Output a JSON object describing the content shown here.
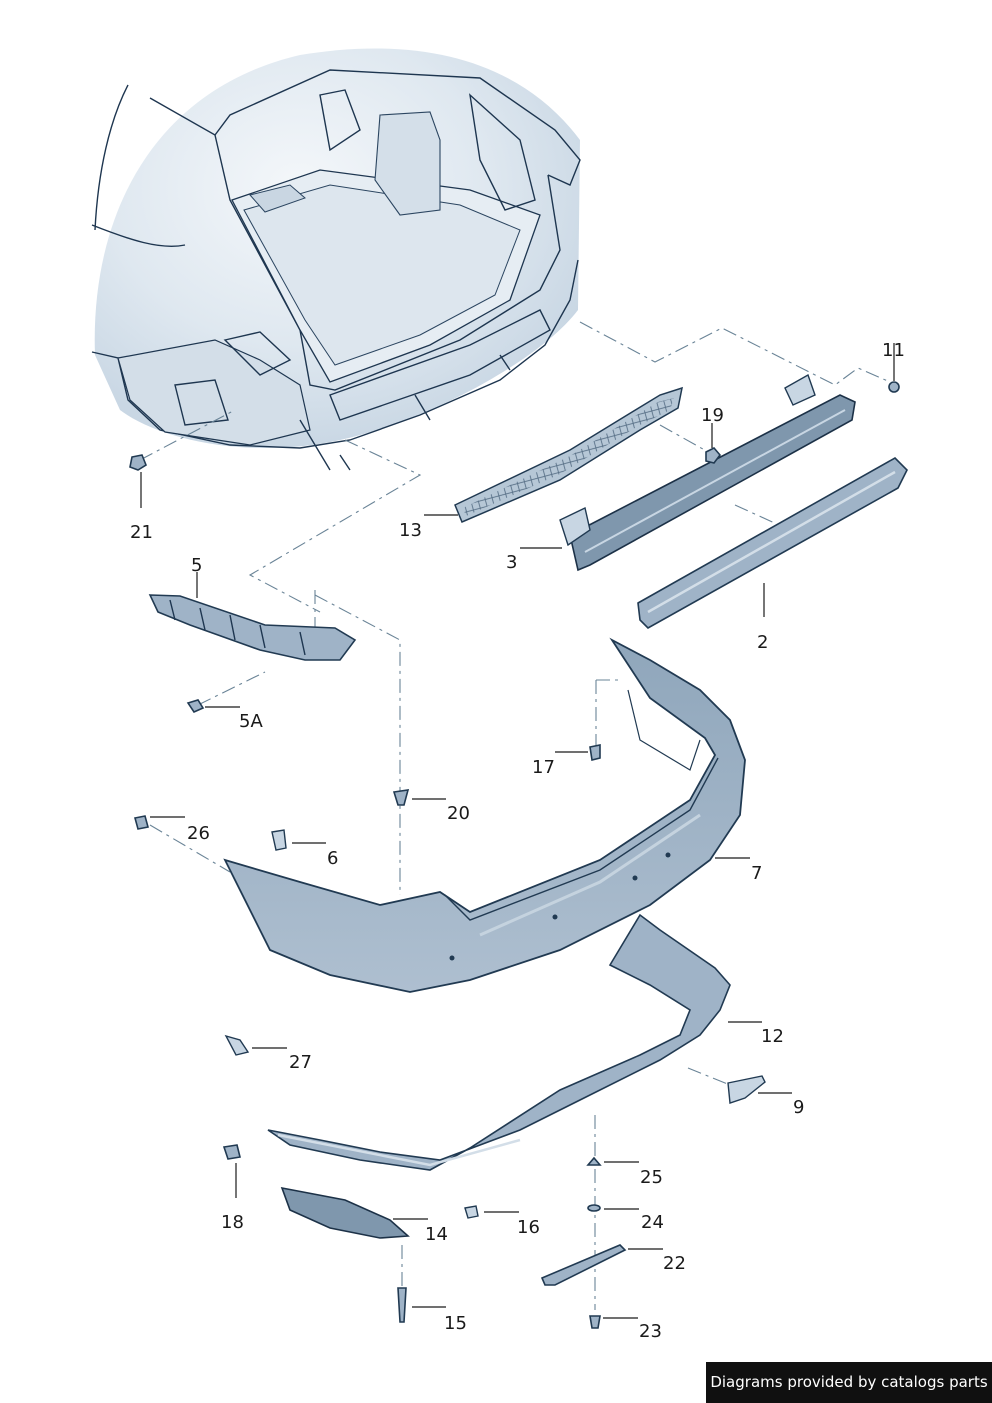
{
  "diagram": {
    "callouts": {
      "c11": "11",
      "c19": "19",
      "c21": "21",
      "c13": "13",
      "c3": "3",
      "c2": "2",
      "c5": "5",
      "c5A": "5A",
      "c17": "17",
      "c20": "20",
      "c26": "26",
      "c6": "6",
      "c7": "7",
      "c12": "12",
      "c27": "27",
      "c9": "9",
      "c25": "25",
      "c18": "18",
      "c24": "24",
      "c14": "14",
      "c16": "16",
      "c22": "22",
      "c15": "15",
      "c23": "23"
    },
    "colors": {
      "part_fill": "#9fb3c7",
      "outline": "#213a52",
      "body_shade": "#d9e3ec",
      "dash": "#6a8497"
    }
  },
  "footer": {
    "credit": "Diagrams provided by catalogs parts"
  }
}
